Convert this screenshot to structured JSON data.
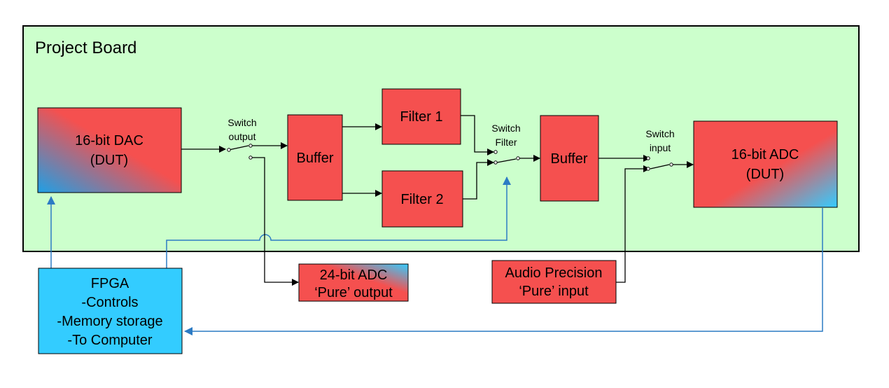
{
  "board": {
    "title": "Project Board"
  },
  "blocks": {
    "dac": {
      "line1": "16-bit DAC",
      "line2": "(DUT)"
    },
    "buffer1": {
      "label": "Buffer"
    },
    "filter1": {
      "label": "Filter 1"
    },
    "filter2": {
      "label": "Filter 2"
    },
    "buffer2": {
      "label": "Buffer"
    },
    "adc16": {
      "line1": "16-bit ADC",
      "line2": "(DUT)"
    },
    "adc24": {
      "line1": "24-bit ADC",
      "line2": "‘Pure’ output"
    },
    "audio_precision": {
      "line1": "Audio Precision",
      "line2": "‘Pure’ input"
    },
    "fpga": {
      "line1": "FPGA",
      "line2": "-Controls",
      "line3": "-Memory storage",
      "line4": "-To Computer"
    }
  },
  "switches": {
    "output": {
      "line1": "Switch",
      "line2": "output"
    },
    "filter": {
      "line1": "Switch",
      "line2": "Filter"
    },
    "input": {
      "line1": "Switch",
      "line2": "input"
    }
  },
  "colors": {
    "board_fill": "#ccffcc",
    "block_red": "#f5504f",
    "block_blue": "#33ccff",
    "gradient_blue": "#1ea0e6",
    "control_line": "#2c7bc4"
  }
}
